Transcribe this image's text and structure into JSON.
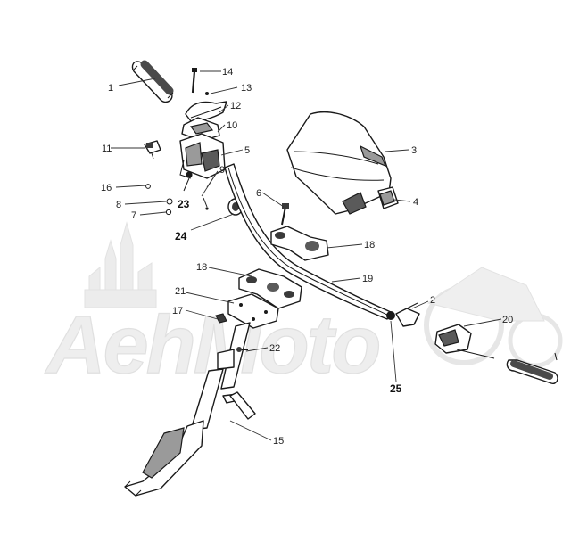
{
  "watermark": {
    "text": "AehMoto"
  },
  "callouts": [
    {
      "id": "c1",
      "label": "1",
      "bold": false
    },
    {
      "id": "c14",
      "label": "14",
      "bold": false
    },
    {
      "id": "c13",
      "label": "13",
      "bold": false
    },
    {
      "id": "c12",
      "label": "12",
      "bold": false
    },
    {
      "id": "c10",
      "label": "10",
      "bold": false
    },
    {
      "id": "c11",
      "label": "11",
      "bold": false
    },
    {
      "id": "c5",
      "label": "5",
      "bold": false
    },
    {
      "id": "c9",
      "label": "9",
      "bold": false
    },
    {
      "id": "c16",
      "label": "16",
      "bold": false
    },
    {
      "id": "c8",
      "label": "8",
      "bold": false
    },
    {
      "id": "c23",
      "label": "23",
      "bold": true
    },
    {
      "id": "c7",
      "label": "7",
      "bold": false
    },
    {
      "id": "c24",
      "label": "24",
      "bold": true
    },
    {
      "id": "c3",
      "label": "3",
      "bold": false
    },
    {
      "id": "c4",
      "label": "4",
      "bold": false
    },
    {
      "id": "c6",
      "label": "6",
      "bold": false
    },
    {
      "id": "c18a",
      "label": "18",
      "bold": false
    },
    {
      "id": "c18b",
      "label": "18",
      "bold": false
    },
    {
      "id": "c19",
      "label": "19",
      "bold": false
    },
    {
      "id": "c21",
      "label": "21",
      "bold": false
    },
    {
      "id": "c2",
      "label": "2",
      "bold": false
    },
    {
      "id": "c17",
      "label": "17",
      "bold": false
    },
    {
      "id": "c20",
      "label": "20",
      "bold": false
    },
    {
      "id": "c22",
      "label": "22",
      "bold": false
    },
    {
      "id": "c25",
      "label": "25",
      "bold": true
    },
    {
      "id": "c15",
      "label": "15",
      "bold": false
    }
  ]
}
